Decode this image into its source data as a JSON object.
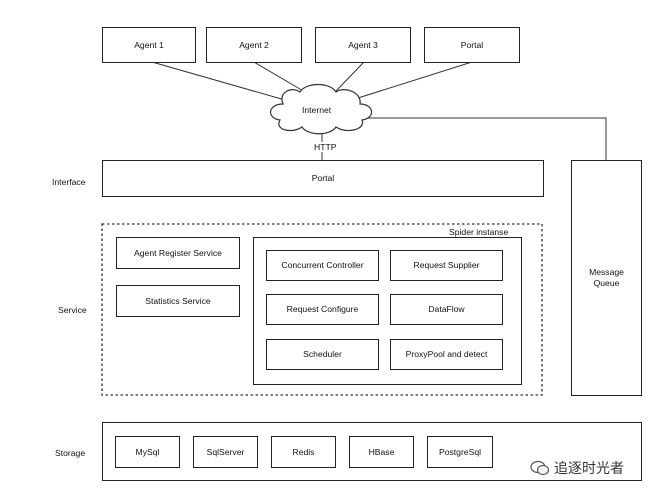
{
  "agents": [
    "Agent 1",
    "Agent 2",
    "Agent 3",
    "Portal"
  ],
  "internet": "Internet",
  "http": "HTTP",
  "layers": {
    "interface": "Interface",
    "service": "Service",
    "storage": "Storage"
  },
  "interface_portal": "Portal",
  "message_queue": "Message\nQueue",
  "left_services": [
    "Agent Register Service",
    "Statistics Service"
  ],
  "spider": {
    "title": "Spider instanse",
    "components": [
      "Concurrent Controller",
      "Request Supplier",
      "Request Configure",
      "DataFlow",
      "Scheduler",
      "ProxyPool and detect"
    ]
  },
  "storage_items": [
    "MySql",
    "SqlServer",
    "Redis",
    "HBase",
    "PostgreSql"
  ],
  "watermark": "追逐时光者"
}
